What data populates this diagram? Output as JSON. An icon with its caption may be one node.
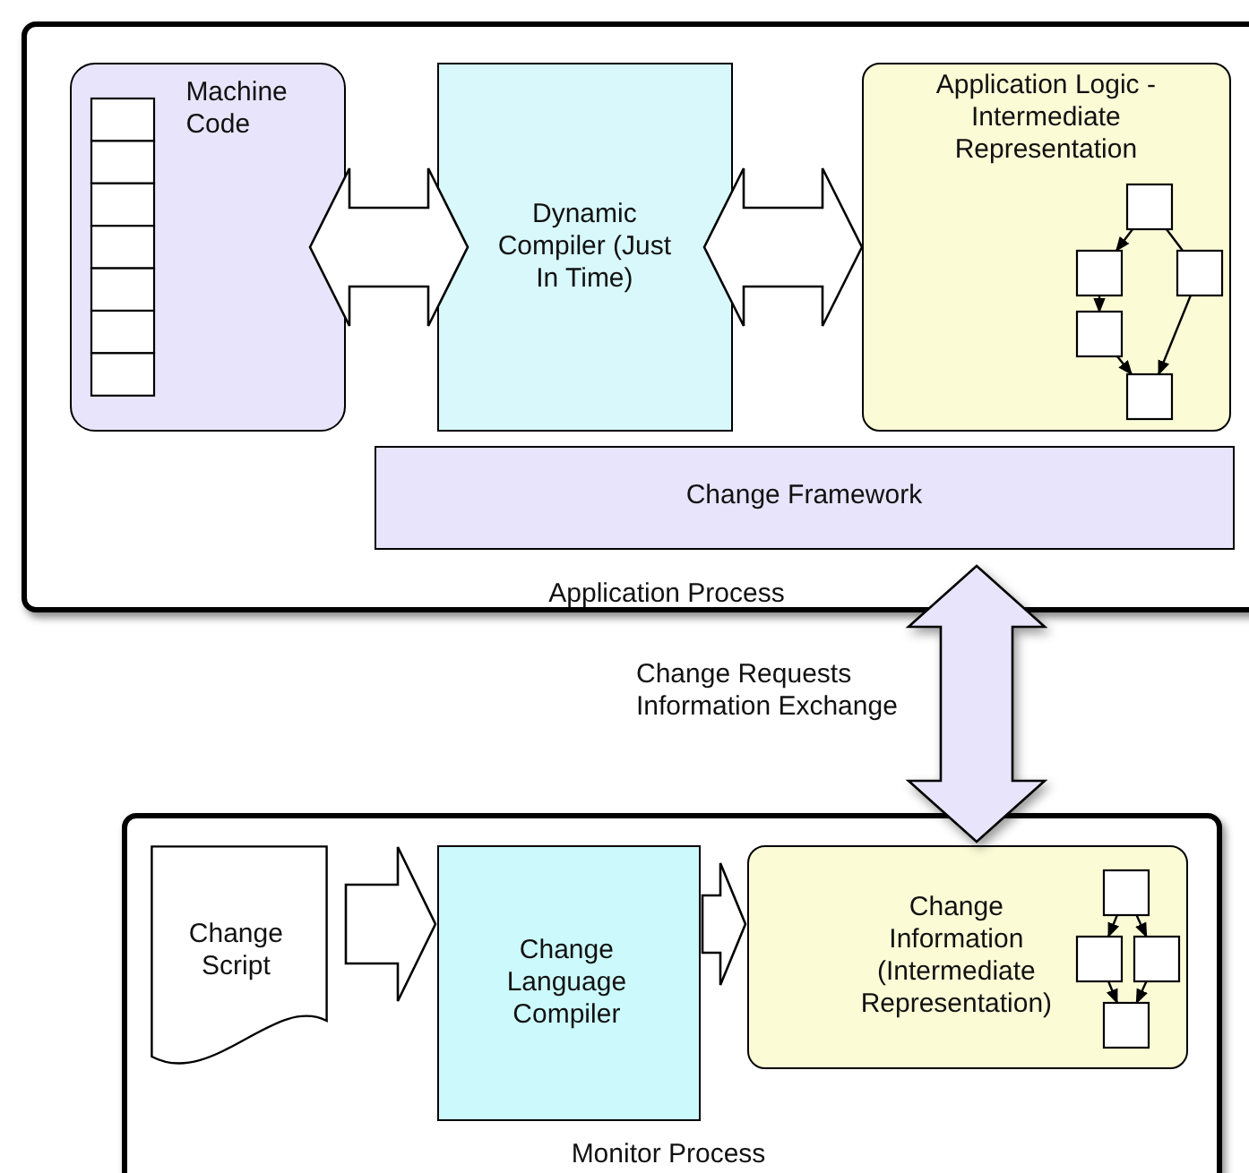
{
  "diagram": {
    "nodes": [
      {
        "text": [
          "Application Process"
        ]
      },
      {
        "text": [
          "Machine Code"
        ],
        "in": 0
      },
      {
        "text": [
          "Dynamic Compiler (Just In Time)"
        ],
        "in": 0
      },
      {
        "text": [
          "Application Logic - Intermediate Representation"
        ],
        "in": 0
      },
      {
        "text": [
          "Change Framework"
        ],
        "in": 0
      },
      {
        "text": [
          "Monitor Process"
        ]
      },
      {
        "text": [
          "Change Script"
        ],
        "in": 5
      },
      {
        "text": [
          "Change Language Compiler"
        ],
        "in": 5
      },
      {
        "text": [
          "Change Information (Intermediate Representation)"
        ],
        "in": 5
      }
    ],
    "edges": [
      {
        "from": 1,
        "to": 2,
        "arrow": "both"
      },
      {
        "from": 2,
        "to": 3,
        "arrow": "both"
      },
      {
        "from": 4,
        "to": 8,
        "arrow": "both",
        "label": "Change Requests Information Exchange",
        "color": "#e8e4fb"
      },
      {
        "from": 6,
        "to": 7,
        "arrow": "to"
      },
      {
        "from": 7,
        "to": 8,
        "arrow": "to"
      }
    ]
  }
}
